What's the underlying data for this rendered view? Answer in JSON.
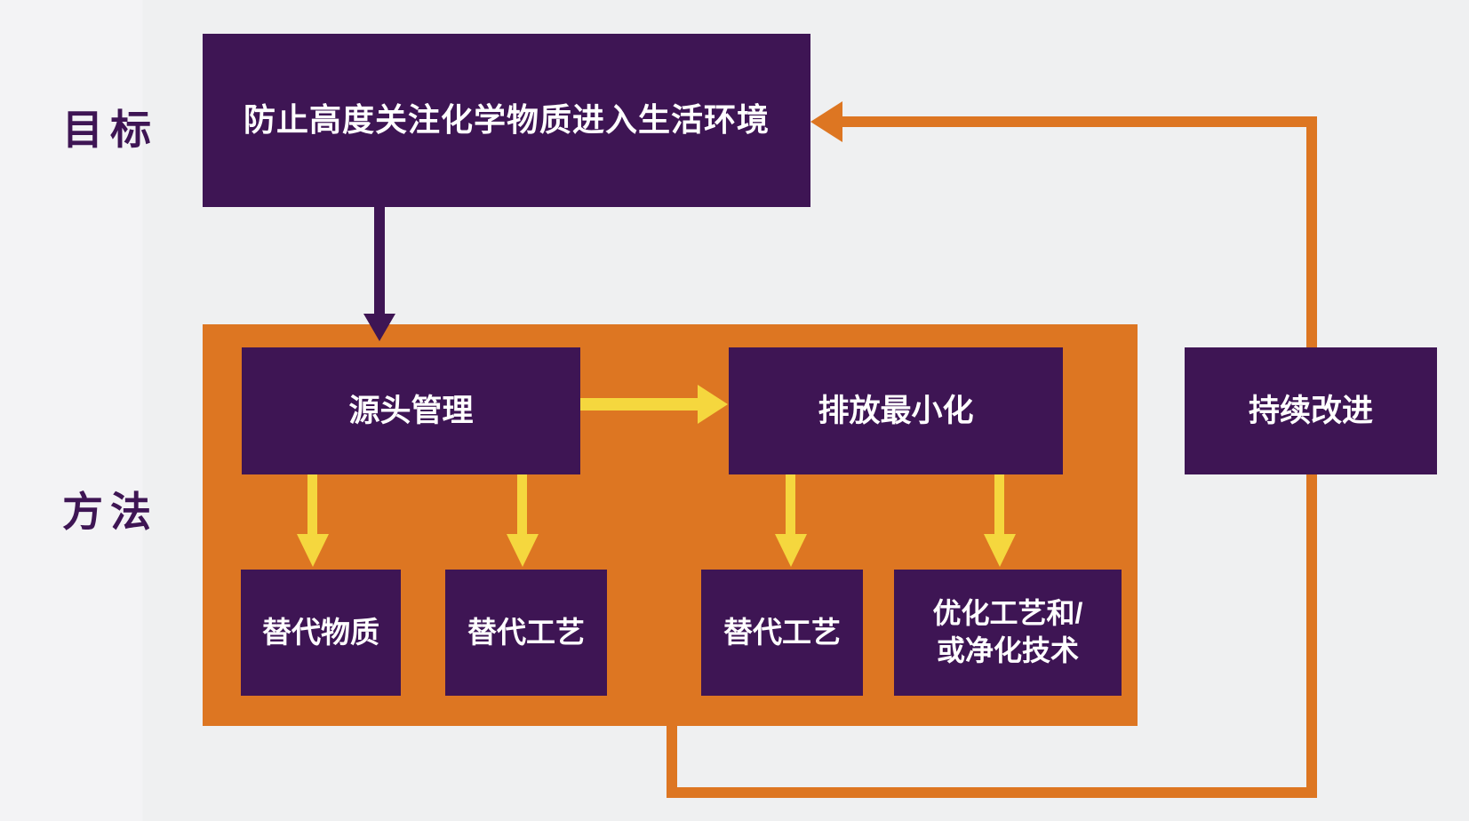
{
  "colors": {
    "background": "#EFF0F1",
    "purple": "#3E1554",
    "orange": "#DD7622",
    "yellow": "#F5D73E",
    "text_light": "#FFFFFF"
  },
  "row_labels": {
    "goal": "目标",
    "method": "方法"
  },
  "goal_box": {
    "label": "防止高度关注化学物质进入生活环境"
  },
  "method_row": {
    "source": "源头管理",
    "emission": "排放最小化"
  },
  "sub_boxes": [
    {
      "label": "替代物质"
    },
    {
      "label": "替代工艺"
    },
    {
      "label": "替代工艺"
    },
    {
      "label": "优化工艺和/\n或净化技术"
    }
  ],
  "feedback_box": {
    "label": "持续改进"
  }
}
